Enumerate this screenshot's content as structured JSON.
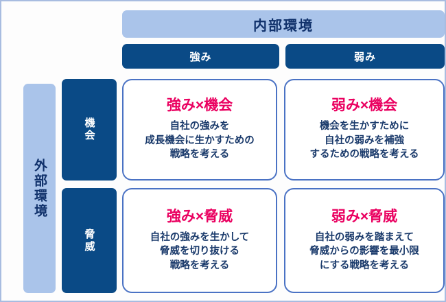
{
  "diagram": {
    "title_internal": "内部環境",
    "title_external": "外部環境",
    "columns": [
      {
        "key": "strength",
        "label": "強み"
      },
      {
        "key": "weakness",
        "label": "弱み"
      }
    ],
    "rows": [
      {
        "key": "opportunity",
        "label": "機会"
      },
      {
        "key": "threat",
        "label": "脅威"
      }
    ],
    "cells": [
      {
        "key": "so",
        "title": "強み×機会",
        "body": "自社の強みを\n成長機会に生かすための\n戦略を考える"
      },
      {
        "key": "wo",
        "title": "弱み×機会",
        "body": "機会を生かすために\n自社の弱みを補強\nするための戦略を考える"
      },
      {
        "key": "st",
        "title": "強み×脅威",
        "body": "自社の強みを生かして\n脅威を切り抜ける\n戦略を考える"
      },
      {
        "key": "wt",
        "title": "弱み×脅威",
        "body": "自社の弱みを踏まえて\n脅威からの影響を最小限\nにする戦略を考える"
      }
    ],
    "colors": {
      "banner_light": "#aac4ea",
      "banner_dark": "#0a4a86",
      "cell_border": "#4a72c4",
      "cell_title": "#ea0060",
      "cell_body": "#1a3a6b",
      "frame": "#a8bce0"
    }
  }
}
